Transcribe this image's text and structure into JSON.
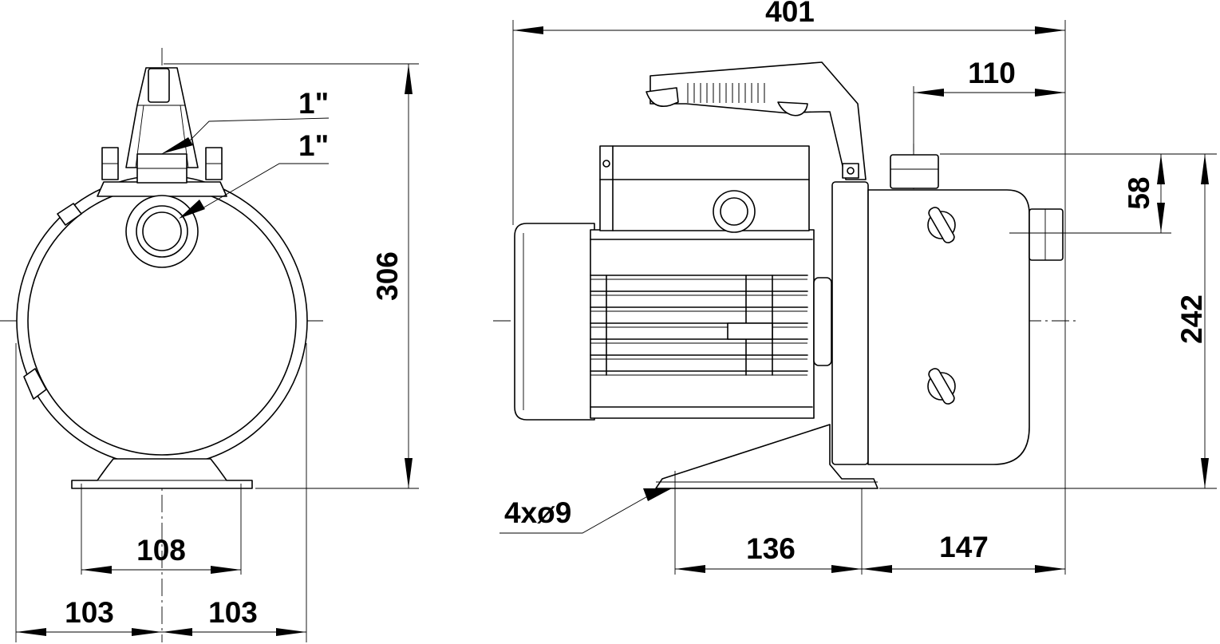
{
  "drawing": {
    "front_view": {
      "port_labels": [
        "1\"",
        "1\""
      ],
      "height": "306",
      "foot_bolt_spacing": "108",
      "half_width_left": "103",
      "half_width_right": "103"
    },
    "side_view": {
      "overall_length": "401",
      "suction_to_end": "110",
      "port_rise": "58",
      "port_height": "242",
      "foot_holes": "4xø9",
      "foot_length": "136",
      "foot_to_end": "147"
    }
  }
}
